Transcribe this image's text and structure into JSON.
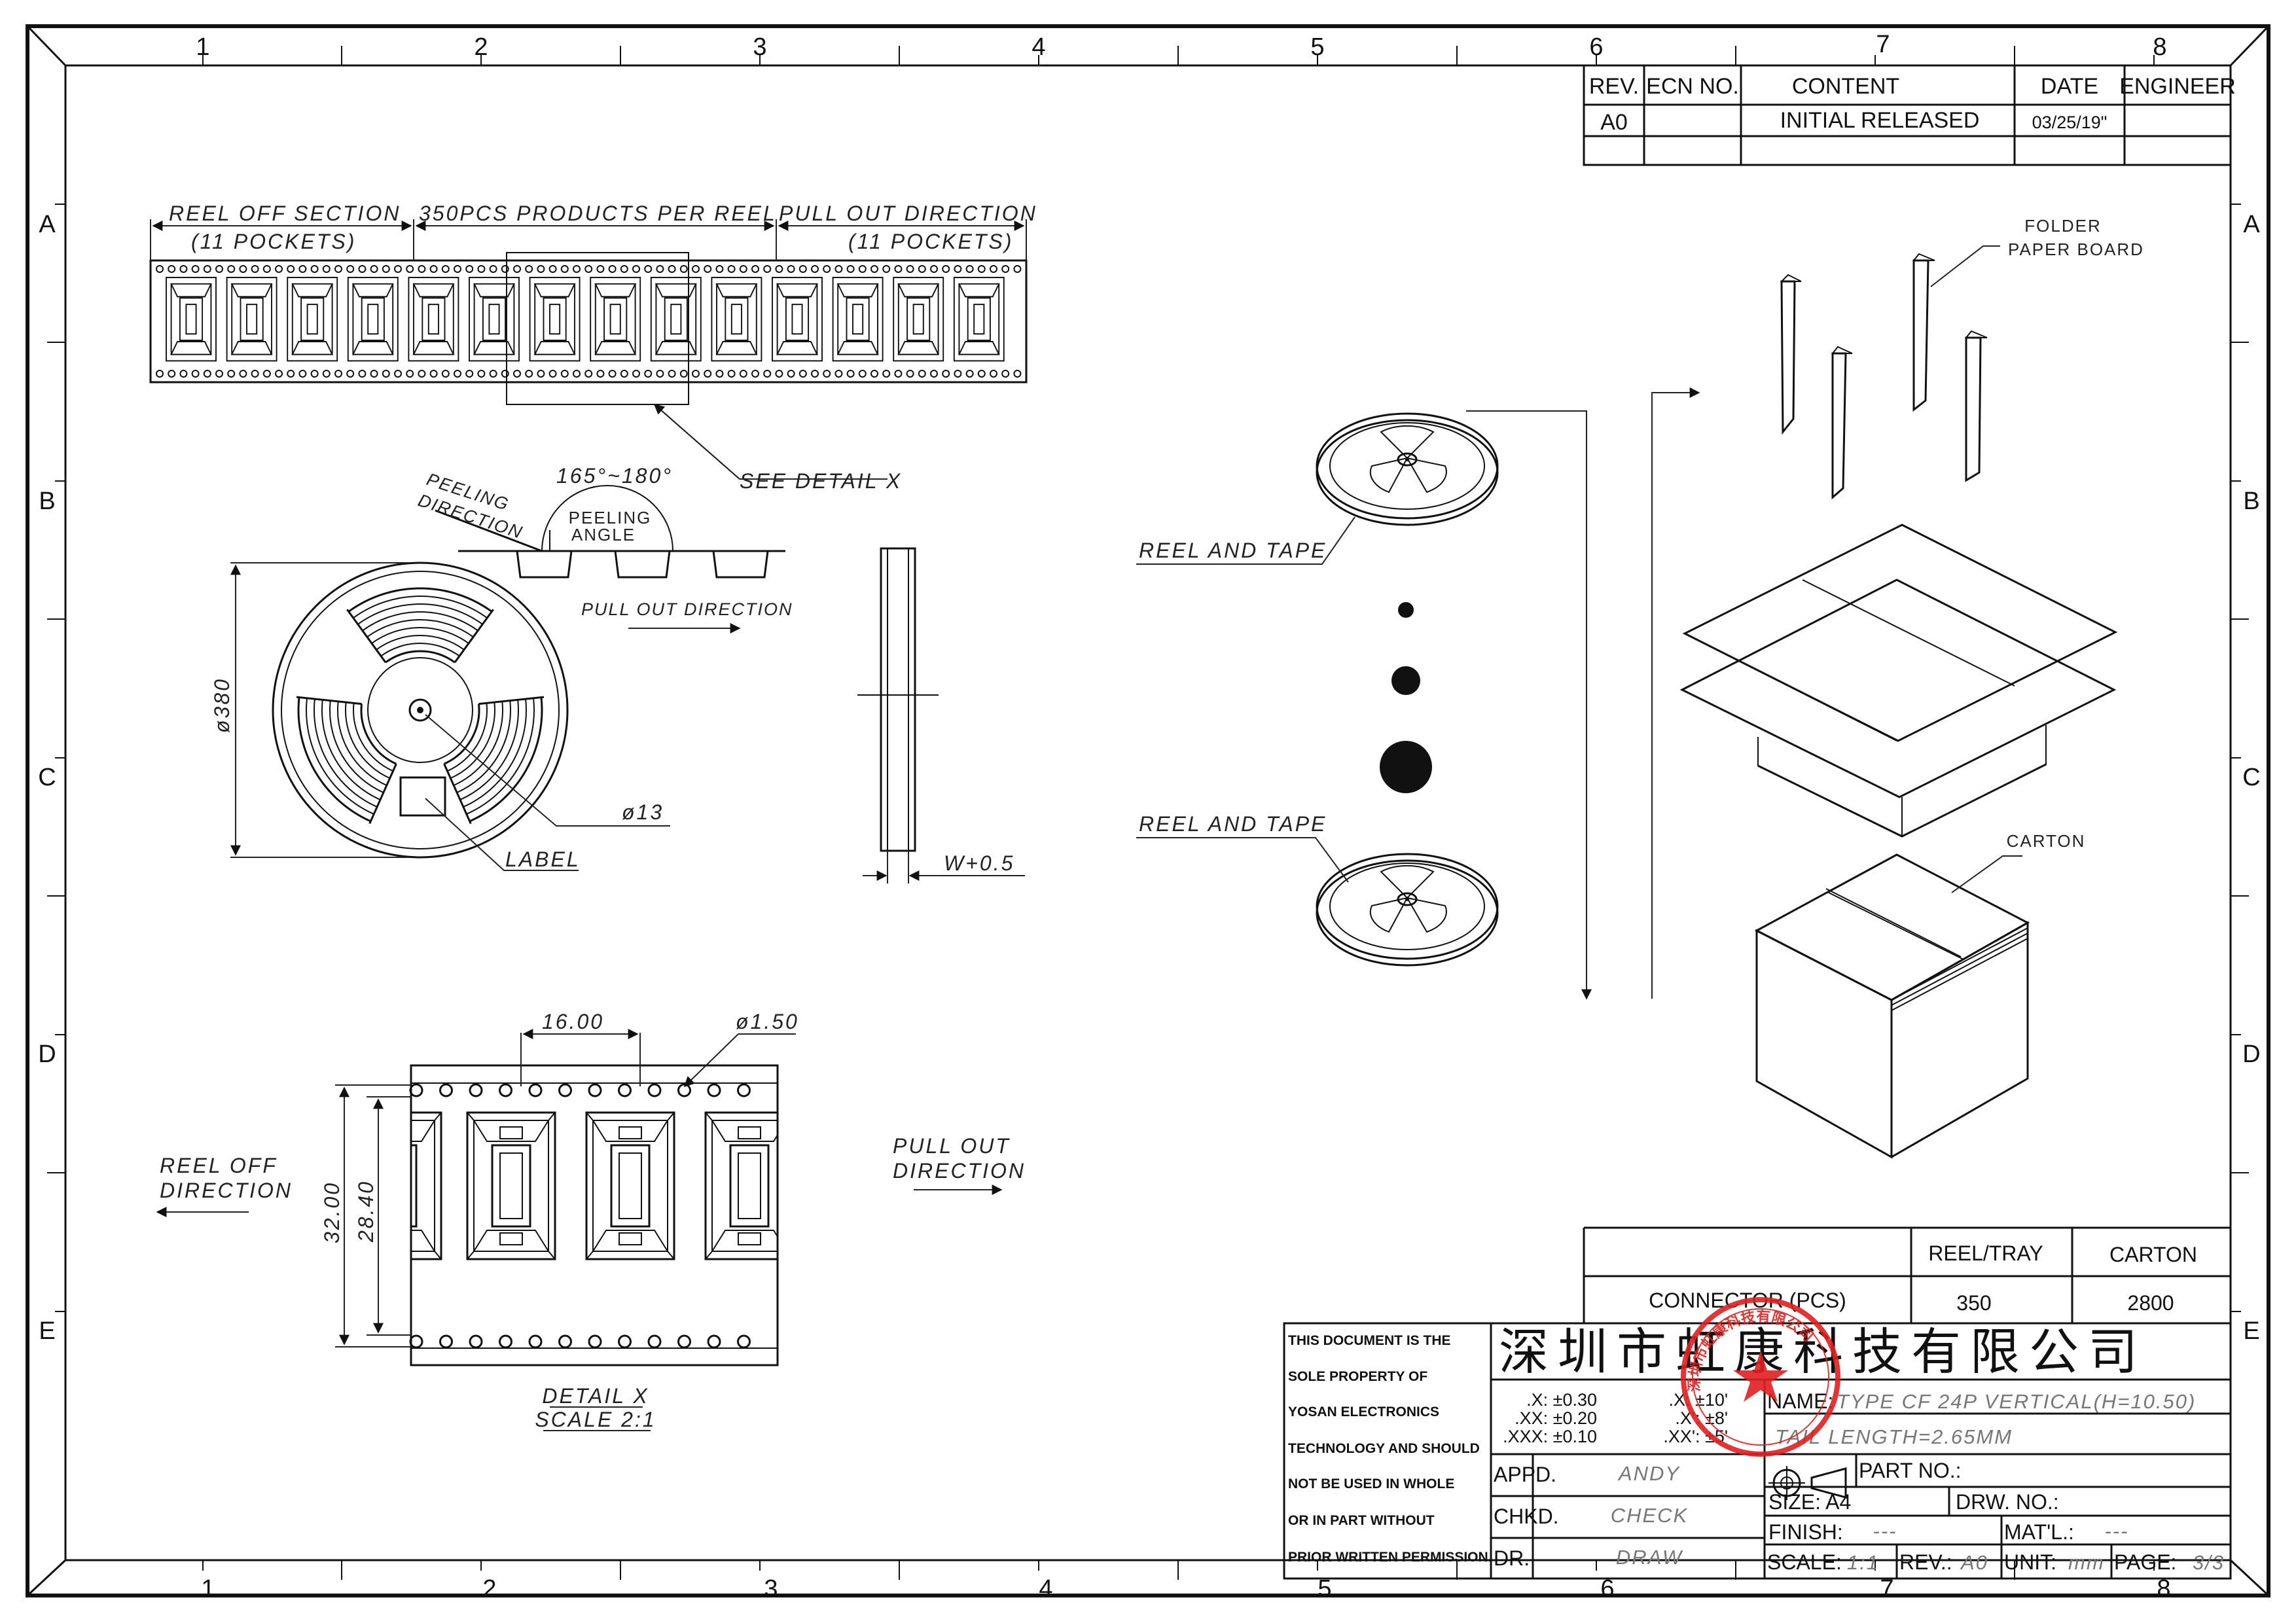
{
  "grid": {
    "columns": [
      "1",
      "2",
      "3",
      "4",
      "5",
      "6",
      "7",
      "8"
    ],
    "rows": [
      "A",
      "B",
      "C",
      "D",
      "E"
    ]
  },
  "revision_table": {
    "headers": {
      "rev": "REV.",
      "ecn": "ECN NO.",
      "content": "CONTENT",
      "date": "DATE",
      "engineer": "ENGINEER"
    },
    "row": {
      "rev": "A0",
      "ecn": "",
      "content": "INITIAL RELEASED",
      "date": "03/25/19\"",
      "engineer": ""
    }
  },
  "tape_strip": {
    "reel_off_section": "REEL OFF SECTION",
    "reel_off_pockets": "(11 POCKETS)",
    "products_per_reel": "350PCS PRODUCTS PER REEL",
    "pull_out_direction": "PULL OUT DIRECTION",
    "pull_out_pockets": "(11 POCKETS)",
    "see_detail": "SEE DETAIL X"
  },
  "reel_view": {
    "peeling_direction_1": "PEELING",
    "peeling_direction_2": "DIRECTION",
    "angle_range": "165°~180°",
    "peeling_angle_1": "PEELING",
    "peeling_angle_2": "ANGLE",
    "pull_out_direction": "PULL OUT DIRECTION",
    "diameter": "ø380",
    "hub_diameter": "ø13",
    "label": "LABEL",
    "width": "W+0.5"
  },
  "detail_x": {
    "pitch": "16.00",
    "hole": "ø1.50",
    "overall": "32.00",
    "inner": "28.40",
    "reel_off_1": "REEL OFF",
    "reel_off_2": "DIRECTION",
    "pull_out_1": "PULL OUT",
    "pull_out_2": "DIRECTION",
    "title": "DETAIL X",
    "scale": "SCALE 2:1"
  },
  "packing": {
    "reel_and_tape_top": "REEL AND TAPE",
    "reel_and_tape_bottom": "REEL AND TAPE",
    "folder_1": "FOLDER",
    "folder_2": "PAPER BOARD",
    "carton": "CARTON"
  },
  "qty_table": {
    "col_reel": "REEL/TRAY",
    "col_carton": "CARTON",
    "row_label": "CONNECTOR (PCS)",
    "reel_qty": "350",
    "carton_qty": "2800"
  },
  "title_block": {
    "notice": [
      "THIS DOCUMENT IS THE",
      "SOLE PROPERTY OF",
      "YOSAN ELECTRONICS",
      "TECHNOLOGY AND SHOULD",
      "NOT BE USED IN WHOLE",
      "OR IN PART WITHOUT",
      "PRIOR WRITTEN PERMISSION."
    ],
    "company_cn": "深圳市虹康科技有限公司",
    "tol_lin": [
      ".X: ±0.30",
      ".XX: ±0.20",
      ".XXX: ±0.10"
    ],
    "tol_ang": [
      ".X: ±10'",
      ".X': ±8'",
      ".XX': ±5'"
    ],
    "name_label": "NAME:",
    "name_value_1": "TYPE CF 24P VERTICAL(H=10.50)",
    "name_value_2": "TAIL LENGTH=2.65MM",
    "appd_label": "APPD.",
    "appd_value": "ANDY",
    "chkd_label": "CHKD.",
    "chkd_value": "CHECK",
    "dr_label": "DR.",
    "dr_value": "DRAW",
    "part_no_label": "PART NO.:",
    "size_label": "SIZE: A4",
    "drw_no_label": "DRW. NO.:",
    "finish_label": "FINISH:",
    "finish_value": "---",
    "matl_label": "MAT'L.:",
    "matl_value": "---",
    "scale_label": "SCALE:",
    "scale_value": "1:1",
    "rev_label": "REV.:",
    "rev_value": "A0",
    "unit_label": "UNIT:",
    "unit_value": "mm",
    "page_label": "PAGE:",
    "page_value": "3/3",
    "stamp_text": "深圳市虹康科技有限公司"
  },
  "colors": {
    "stamp": "#e02020",
    "ink": "#111111"
  }
}
